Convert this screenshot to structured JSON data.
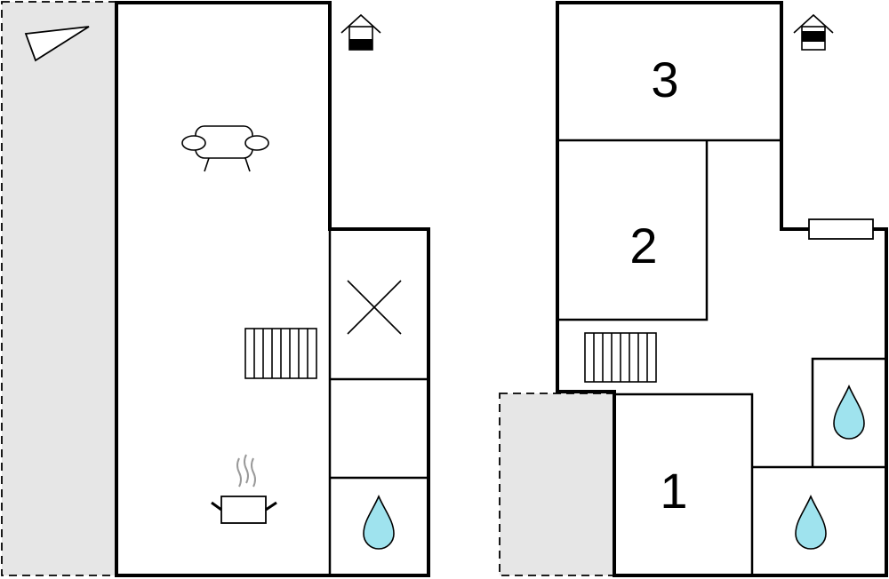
{
  "floors": [
    {
      "name": "ground-floor",
      "rooms": [
        {
          "id": "living-kitchen",
          "icons": [
            "sofa-icon",
            "stairs-icon",
            "cooking-pot-icon"
          ]
        },
        {
          "id": "storage",
          "icons": [
            "cross-icon"
          ]
        },
        {
          "id": "hallway",
          "icons": []
        },
        {
          "id": "bathroom",
          "icons": [
            "water-drop-icon"
          ]
        }
      ],
      "outdoor": [
        "terrace"
      ],
      "level_icon": "house-ground-floor-icon"
    },
    {
      "name": "upper-floor",
      "rooms": [
        {
          "id": "bedroom-3",
          "label": "3"
        },
        {
          "id": "bedroom-2",
          "label": "2"
        },
        {
          "id": "bedroom-1",
          "label": "1"
        },
        {
          "id": "bathroom-upper",
          "icons": [
            "water-drop-icon"
          ]
        },
        {
          "id": "bathroom-lower",
          "icons": [
            "water-drop-icon"
          ]
        }
      ],
      "outdoor": [
        "balcony"
      ],
      "level_icon": "house-upper-floor-icon"
    }
  ],
  "colors": {
    "wall": "#000000",
    "outdoor": "#e6e6e6",
    "water": "#9fe3ee",
    "background": "#ffffff"
  }
}
